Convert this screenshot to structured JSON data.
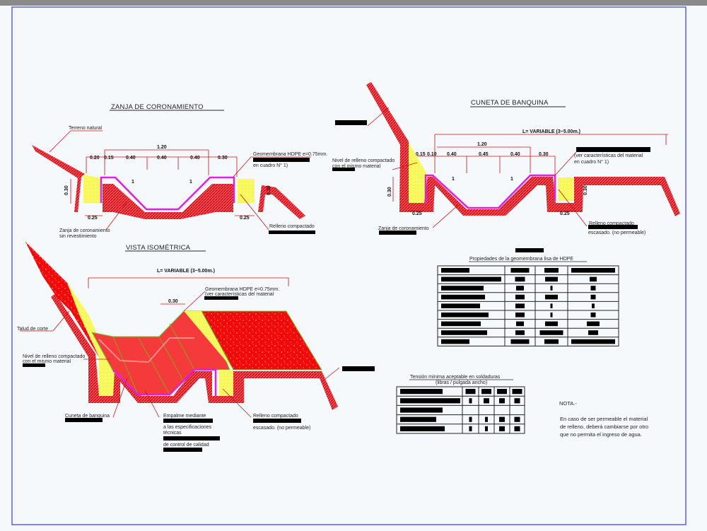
{
  "colors": {
    "hatch": "#e8101a",
    "fill_yellow": "#f8f860",
    "membrane": "#e020e0",
    "frame": "#3a3ad0",
    "edge_cyan": "#7fe0e0",
    "edge_green": "#70d040"
  },
  "zanja": {
    "title": "ZANJA DE CORONAMIENTO",
    "terreno": "Terreno natural",
    "geomembrana": "Geomembrana HDPE e=0.75mm.",
    "cuadro": "en cuadro N° 1)",
    "zanja_label": "Zanja de coronamiento",
    "zanja_label2": "sin revestimiento",
    "relleno": "Relleno compactado",
    "dims": {
      "total": "1.20",
      "a": "0.20",
      "b": "0.15",
      "c": "0.40",
      "d": "0.40",
      "e": "0.40",
      "f": "0.30",
      "h_left": "0.30",
      "h_right": "0.30",
      "base_left": "0.25",
      "base_right": "0.25",
      "slope": "1"
    }
  },
  "cuneta": {
    "title": "CUNETA DE BANQUINA",
    "variable": "L= VARIABLE (3~5.00m.)",
    "nivel": "Nivel de relleno compactado",
    "nivel2": "con el mismo material",
    "caract": "(ver características del material",
    "cuadro": "en cuadro N° 1)",
    "zanja_label": "Zanja de coronamiento",
    "relleno": "Relleno compactado",
    "escasado": "escasado. (no permeable)",
    "dims": {
      "total": "1.20",
      "a": "0.15",
      "b": "0.10",
      "c": "0.40",
      "d": "0.45",
      "e": "0.40",
      "f": "0.30",
      "h_left": "0.30",
      "h_right": "0.30",
      "base_left": "0.25",
      "base_right": "0.25",
      "slope": "1"
    }
  },
  "isometrica": {
    "title": "VISTA ISOMÉTRICA",
    "variable": "L= VARIABLE (3~5.00m.)",
    "dim_top": "0.30",
    "geomembrana": "Geomembrana HDPE e=0.75mm.",
    "caract": "(ver características del material",
    "talud": "Talud de corte",
    "nivel": "Nivel de relleno compactado",
    "nivel2": "con el mismo material",
    "cuneta": "Cuneta de banquina",
    "empalme": "Empalme mediante",
    "especificaciones": "a las especificaciones",
    "tecnicas": "técnicas",
    "calidad": "de control de calidad",
    "relleno": "Relleno compactado",
    "escasado": "escasado. (no permeable)"
  },
  "table1": {
    "title": "Propiedades de la geomembrana lisa de HDPE",
    "rows": 8,
    "cols": 4
  },
  "table2": {
    "title": "Tensión mínima aceptable en soldaduras",
    "subtitle": "(libras / pulgada ancho)",
    "rows": 4,
    "cols": 5
  },
  "nota": {
    "title": "NOTA.-",
    "lines": [
      "En caso de ser permeable el material",
      "de relleno, deberá cambiarse por otro",
      "que no permita el ingreso de agua."
    ]
  }
}
